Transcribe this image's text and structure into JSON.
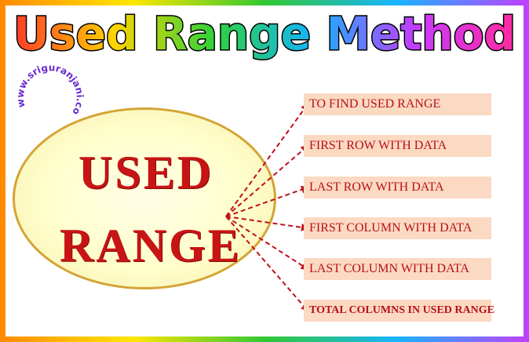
{
  "title": "Used Range Method",
  "watermark": "www.sriguranjani.com",
  "center": {
    "line1": "USED",
    "line2": "RANGE"
  },
  "items": [
    "TO FIND USED RANGE",
    "FIRST ROW WITH DATA",
    "LAST ROW WITH DATA",
    "FIRST COLUMN WITH DATA",
    "LAST COLUMN WITH DATA",
    "TOTAL COLUMNS IN USED RANGE"
  ],
  "colors": {
    "arrow": "#c0101c",
    "box_fill": "#fbd9c2",
    "text_red": "#c81414",
    "ellipse_border": "#d4a437",
    "watermark": "#6a2bd0"
  }
}
